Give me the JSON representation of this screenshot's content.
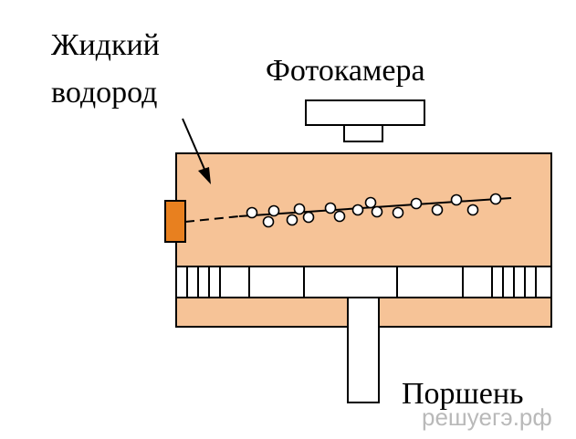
{
  "labels": {
    "hydrogen_line1": "Жидкий",
    "hydrogen_line2": "водород",
    "camera": "Фотокамера",
    "piston": "Поршень"
  },
  "watermark": "решуегэ.рф",
  "colors": {
    "chamber_fill": "#F6C397",
    "source_fill": "#E8801F",
    "stroke": "#000000",
    "bubble_fill": "#ffffff",
    "background": "#ffffff",
    "watermark": "#b9b9b9"
  },
  "icons": [
    "camera-shape",
    "particle-source-shape",
    "piston-shape",
    "bubble-shape",
    "arrow-shape"
  ]
}
